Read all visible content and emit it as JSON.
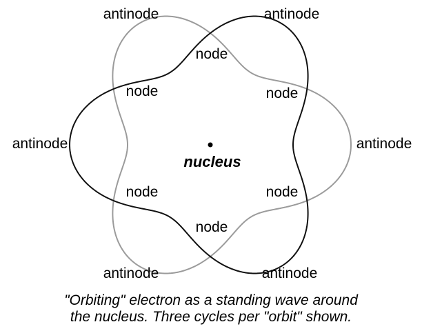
{
  "diagram": {
    "colors": {
      "wave_dark": "#111111",
      "wave_light": "#9b9b9b",
      "text": "#000000",
      "background": "#ffffff"
    },
    "labels": {
      "antinode": "antinode",
      "node": "node",
      "nucleus": "nucleus"
    },
    "cycles_per_orbit": 3
  },
  "caption": {
    "line1": "\"Orbiting\" electron as a standing wave around",
    "line2": "the nucleus.  Three cycles per \"orbit\" shown."
  }
}
